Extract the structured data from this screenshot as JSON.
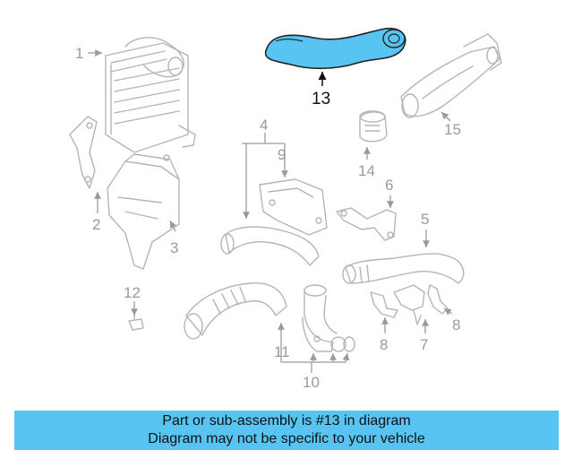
{
  "diagram": {
    "highlight_color": "#58c4f2",
    "callouts": {
      "p1": "1",
      "p2": "2",
      "p3": "3",
      "p4": "4",
      "p5": "5",
      "p6": "6",
      "p7": "7",
      "p8a": "8",
      "p8b": "8",
      "p9": "9",
      "p10": "10",
      "p11": "11",
      "p12": "12",
      "p13": "13",
      "p14": "14",
      "p15": "15"
    }
  },
  "banner": {
    "line1": "Part or sub-assembly is #13 in diagram",
    "line2": "Diagram may not be specific to your vehicle",
    "background": "#58c4f2"
  }
}
